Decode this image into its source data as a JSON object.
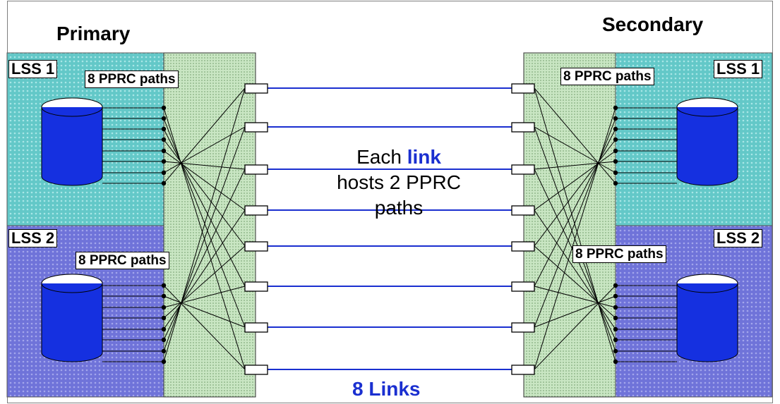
{
  "primary": {
    "title": "Primary",
    "lss1": {
      "label": "LSS 1",
      "paths_label": "8 PPRC paths"
    },
    "lss2": {
      "label": "LSS 2",
      "paths_label": "8 PPRC paths"
    }
  },
  "secondary": {
    "title": "Secondary",
    "lss1": {
      "label": "LSS 1",
      "paths_label": "8 PPRC paths"
    },
    "lss2": {
      "label": "LSS 2",
      "paths_label": "8 PPRC paths"
    }
  },
  "center_note": {
    "prefix": "Each ",
    "highlight": "link",
    "line2": "hosts 2 PPRC",
    "line3": "paths"
  },
  "links_label": "8 Links",
  "colors": {
    "link_line": "#1a2fd0",
    "lss1_fill": "#63c8c8",
    "lss2_fill": "#6f73d9",
    "switch_fill": "#bfe0b8",
    "disk_fill": "#1530e0",
    "highlight_text": "#1a2fd0"
  }
}
